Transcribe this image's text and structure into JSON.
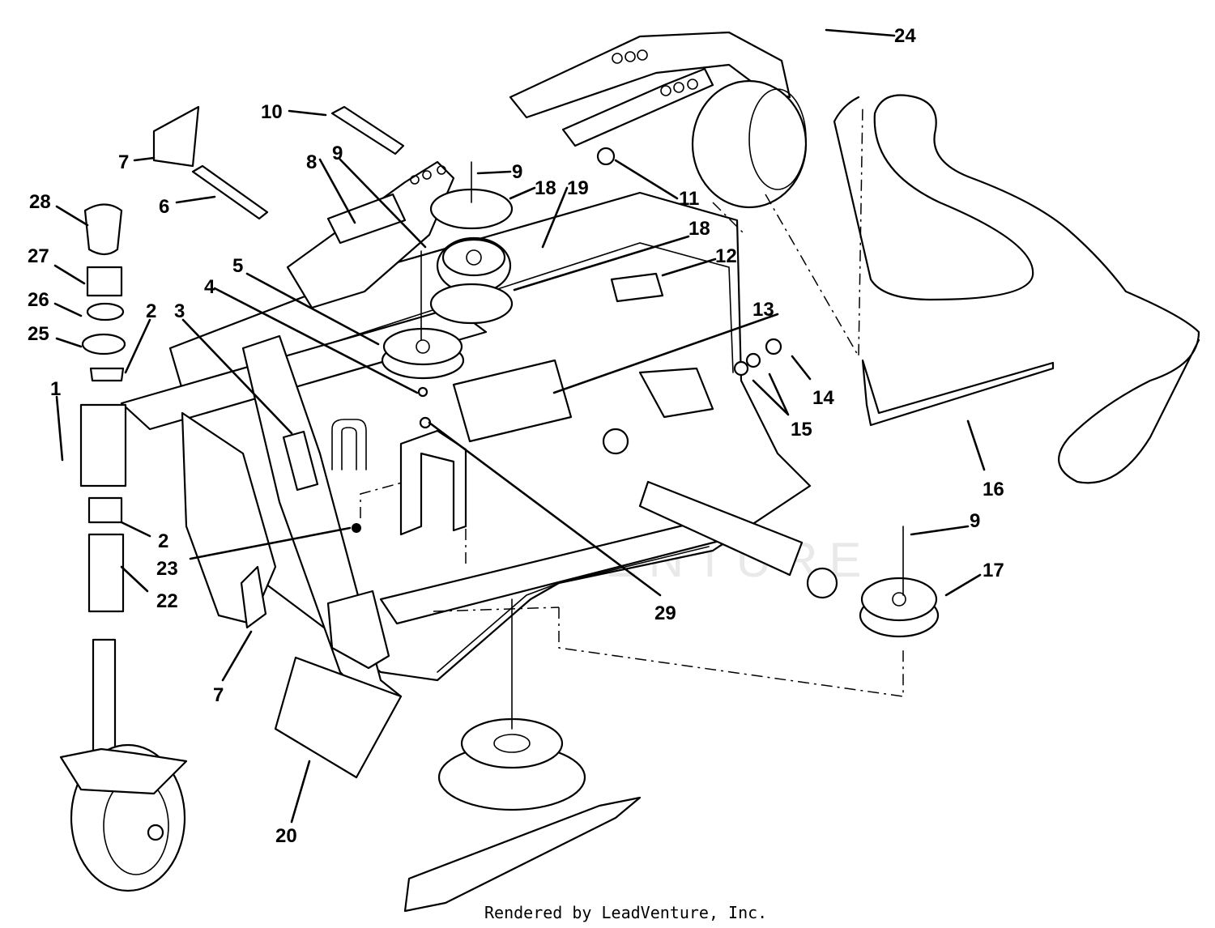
{
  "watermark": "LEADVENTURE",
  "credit": "Rendered by LeadVenture, Inc.",
  "callouts": [
    {
      "id": "c24",
      "text": "24"
    },
    {
      "id": "c10",
      "text": "10"
    },
    {
      "id": "c9a",
      "text": "9"
    },
    {
      "id": "c18a",
      "text": "18"
    },
    {
      "id": "c19",
      "text": "19"
    },
    {
      "id": "c11",
      "text": "11"
    },
    {
      "id": "c7a",
      "text": "7"
    },
    {
      "id": "c8",
      "text": "8"
    },
    {
      "id": "c9b",
      "text": "9"
    },
    {
      "id": "c28",
      "text": "28"
    },
    {
      "id": "c6",
      "text": "6"
    },
    {
      "id": "c18b",
      "text": "18"
    },
    {
      "id": "c12",
      "text": "12"
    },
    {
      "id": "c27",
      "text": "27"
    },
    {
      "id": "c5",
      "text": "5"
    },
    {
      "id": "c26",
      "text": "26"
    },
    {
      "id": "c2a",
      "text": "2"
    },
    {
      "id": "c3",
      "text": "3"
    },
    {
      "id": "c4",
      "text": "4"
    },
    {
      "id": "c13",
      "text": "13"
    },
    {
      "id": "c25",
      "text": "25"
    },
    {
      "id": "c14",
      "text": "14"
    },
    {
      "id": "c1",
      "text": "1"
    },
    {
      "id": "c15",
      "text": "15"
    },
    {
      "id": "c16",
      "text": "16"
    },
    {
      "id": "c9c",
      "text": "9"
    },
    {
      "id": "c2b",
      "text": "2"
    },
    {
      "id": "c23",
      "text": "23"
    },
    {
      "id": "c17",
      "text": "17"
    },
    {
      "id": "c22",
      "text": "22"
    },
    {
      "id": "c29",
      "text": "29"
    },
    {
      "id": "c7b",
      "text": "7"
    },
    {
      "id": "c20",
      "text": "20"
    }
  ]
}
